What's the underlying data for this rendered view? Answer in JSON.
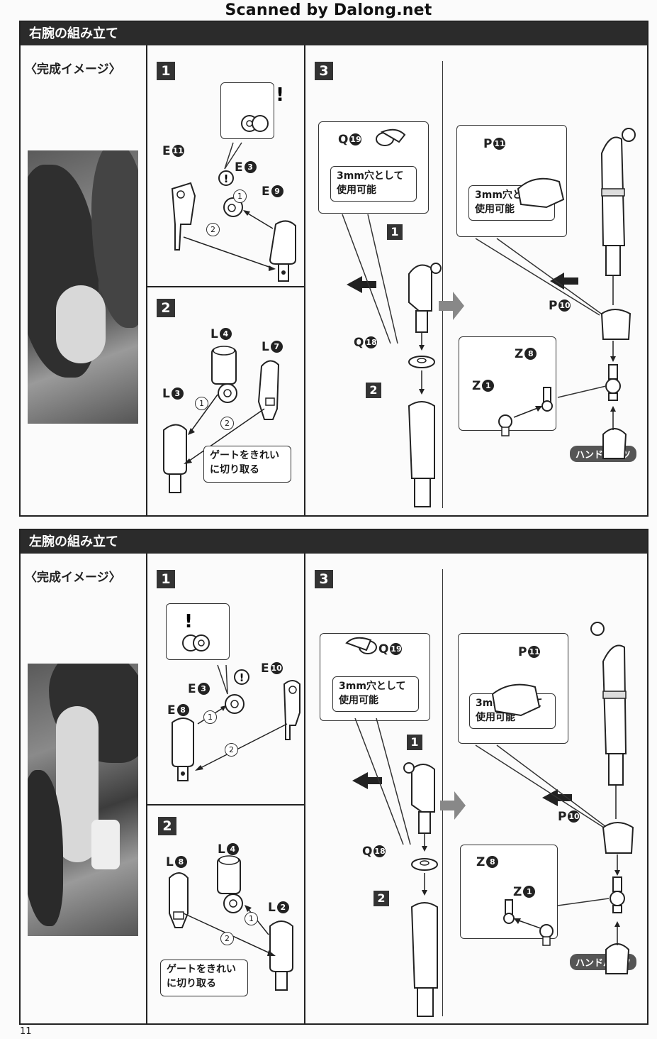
{
  "watermark": "Scanned by Dalong.net",
  "page_number": "11",
  "sections": [
    {
      "title": "右腕の組み立て",
      "image_label": "〈完成イメージ〉",
      "step1": {
        "number": "1",
        "parts": {
          "a": "E",
          "a_num": "11",
          "b": "E",
          "b_num": "3",
          "c": "E",
          "c_num": "9"
        },
        "order": [
          "1",
          "2"
        ],
        "warn": "!"
      },
      "step2": {
        "number": "2",
        "parts": {
          "a": "L",
          "a_num": "4",
          "b": "L",
          "b_num": "7",
          "c": "L",
          "c_num": "3"
        },
        "order": [
          "1",
          "2"
        ],
        "note_line1": "ゲートをきれい",
        "note_line2": "に切り取る"
      },
      "step3": {
        "number": "3",
        "q19": "Q",
        "q19_num": "19",
        "q18": "Q",
        "q18_num": "18",
        "p11": "P",
        "p11_num": "11",
        "p10": "P",
        "p10_num": "10",
        "z8": "Z",
        "z8_num": "8",
        "z1": "Z",
        "z1_num": "1",
        "hole_line1": "3mm穴として",
        "hole_line2": "使用可能",
        "sub1": "1",
        "sub2": "2",
        "hand": "ハンドパーツ"
      }
    },
    {
      "title": "左腕の組み立て",
      "image_label": "〈完成イメージ〉",
      "step1": {
        "number": "1",
        "parts": {
          "a": "E",
          "a_num": "10",
          "b": "E",
          "b_num": "3",
          "c": "E",
          "c_num": "8"
        },
        "order": [
          "1",
          "2"
        ],
        "warn": "!"
      },
      "step2": {
        "number": "2",
        "parts": {
          "a": "L",
          "a_num": "8",
          "b": "L",
          "b_num": "4",
          "c": "L",
          "c_num": "2"
        },
        "order": [
          "1",
          "2"
        ],
        "note_line1": "ゲートをきれい",
        "note_line2": "に切り取る"
      },
      "step3": {
        "number": "3",
        "q19": "Q",
        "q19_num": "19",
        "q18": "Q",
        "q18_num": "18",
        "p11": "P",
        "p11_num": "11",
        "p10": "P",
        "p10_num": "10",
        "z8": "Z",
        "z8_num": "8",
        "z1": "Z",
        "z1_num": "1",
        "hole_line1": "3mm穴として",
        "hole_line2": "使用可能",
        "sub1": "1",
        "sub2": "2",
        "hand": "ハンドパーツ"
      }
    }
  ]
}
